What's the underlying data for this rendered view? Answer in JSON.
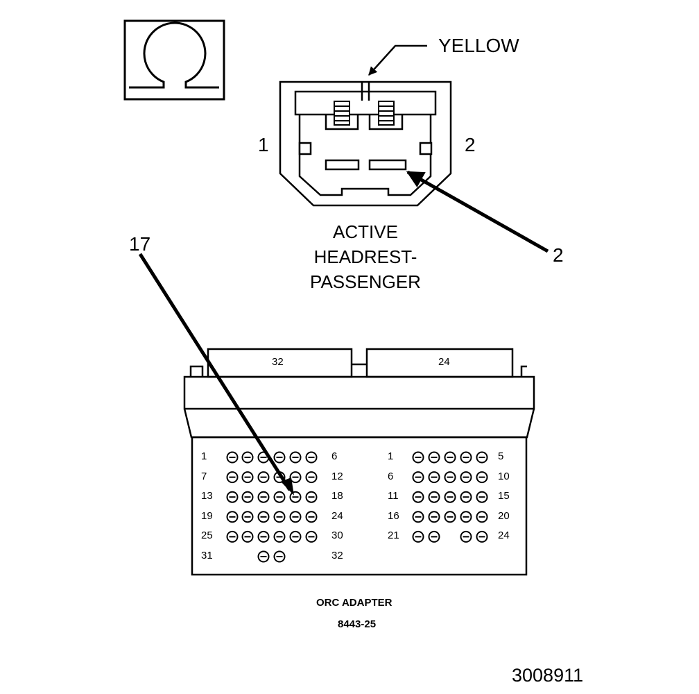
{
  "ohm_icon": {
    "name": "ohm-icon"
  },
  "headrest_connector": {
    "color_label": "YELLOW",
    "left_cavity": "1",
    "right_cavity": "2",
    "title_line1": "ACTIVE",
    "title_line2": "HEADREST-",
    "title_line3": "PASSENGER",
    "callout_pin": "2"
  },
  "adapter": {
    "callout_pin": "17",
    "left_tab_label": "32",
    "right_tab_label": "24",
    "left_block": {
      "rows": [
        {
          "start": "1",
          "end": "6"
        },
        {
          "start": "7",
          "end": "12"
        },
        {
          "start": "13",
          "end": "18"
        },
        {
          "start": "19",
          "end": "24"
        },
        {
          "start": "25",
          "end": "30"
        },
        {
          "start": "31",
          "end": "32"
        }
      ]
    },
    "right_block": {
      "rows": [
        {
          "start": "1",
          "end": "5"
        },
        {
          "start": "6",
          "end": "10"
        },
        {
          "start": "11",
          "end": "15"
        },
        {
          "start": "16",
          "end": "20"
        },
        {
          "start": "21",
          "end": "24"
        }
      ]
    },
    "name": "ORC ADAPTER",
    "part_number": "8443-25"
  },
  "figure_number": "3008911"
}
